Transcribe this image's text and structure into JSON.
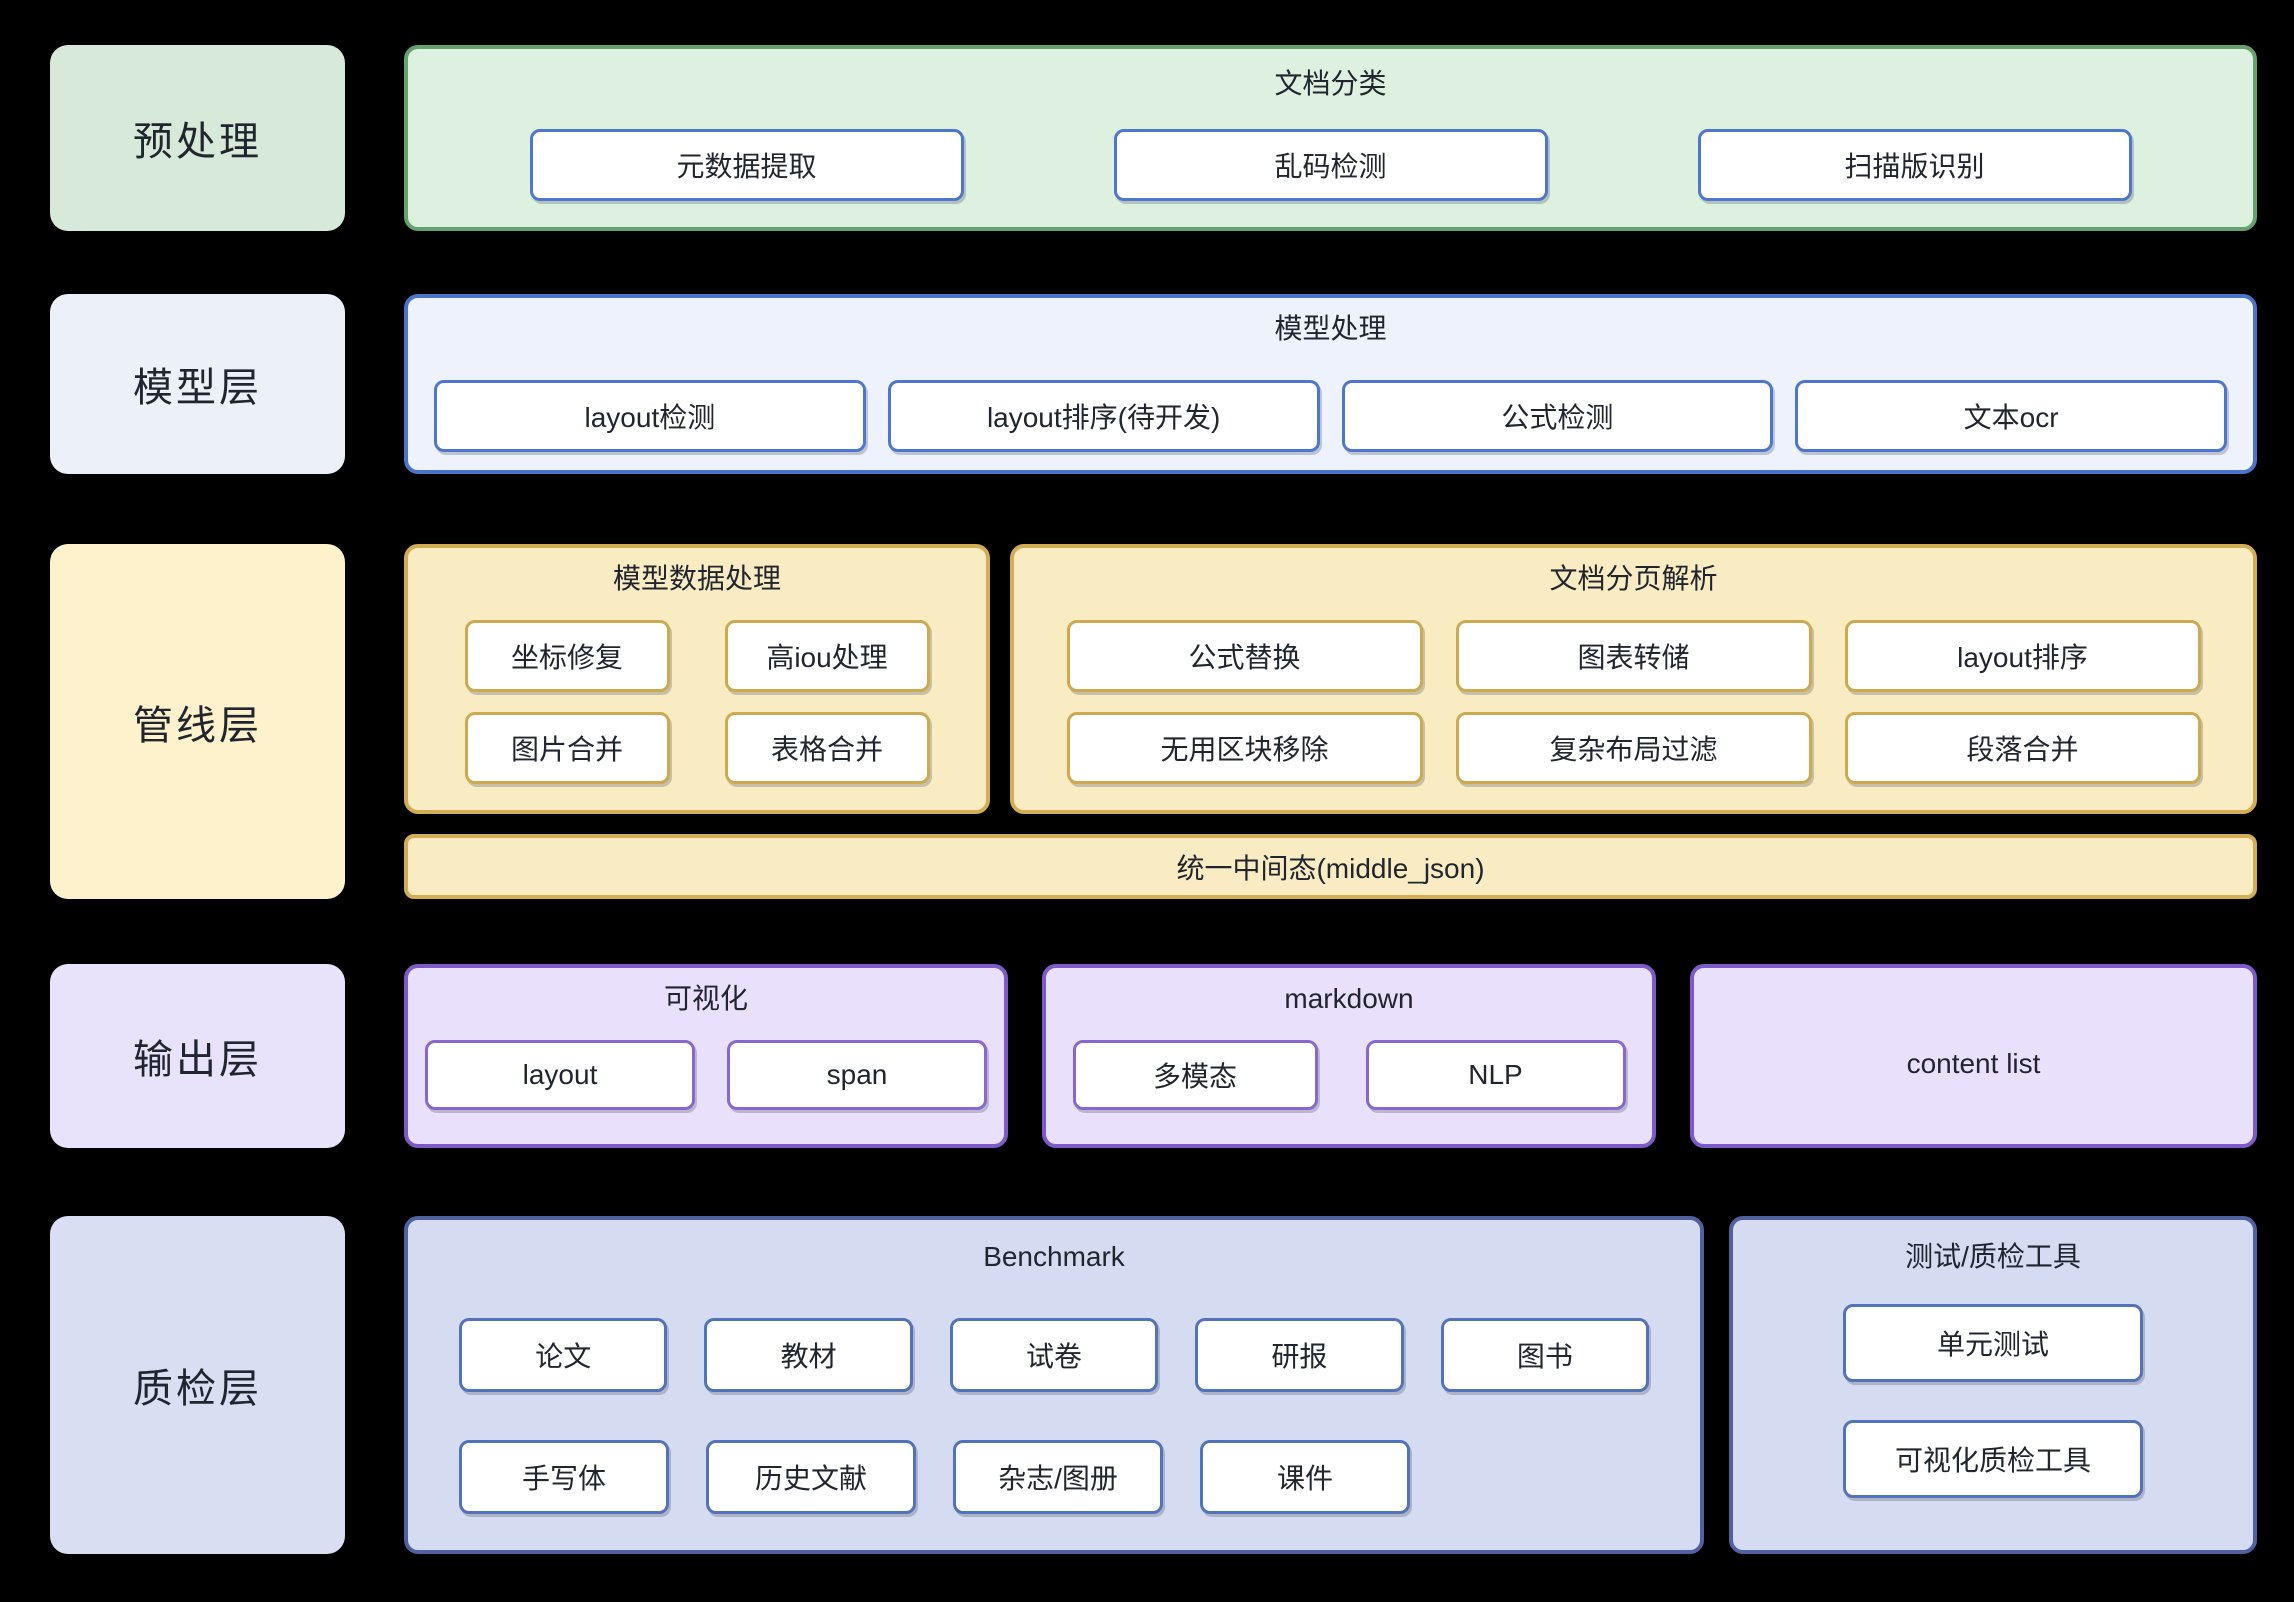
{
  "layers": {
    "preprocess": {
      "label": "预处理",
      "group": {
        "title": "文档分类",
        "items": [
          "元数据提取",
          "乱码检测",
          "扫描版识别"
        ]
      }
    },
    "model": {
      "label": "模型层",
      "group": {
        "title": "模型处理",
        "items": [
          "layout检测",
          "layout排序(待开发)",
          "公式检测",
          "文本ocr"
        ]
      }
    },
    "pipeline": {
      "label": "管线层",
      "groups": [
        {
          "title": "模型数据处理",
          "items": [
            "坐标修复",
            "高iou处理",
            "图片合并",
            "表格合并"
          ]
        },
        {
          "title": "文档分页解析",
          "items": [
            "公式替换",
            "图表转储",
            "layout排序",
            "无用区块移除",
            "复杂布局过滤",
            "段落合并"
          ]
        }
      ],
      "bar": "统一中间态(middle_json)"
    },
    "output": {
      "label": "输出层",
      "groups": [
        {
          "title": "可视化",
          "items": [
            "layout",
            "span"
          ]
        },
        {
          "title": "markdown",
          "items": [
            "多模态",
            "NLP"
          ]
        },
        {
          "title": "content list",
          "items": []
        }
      ]
    },
    "qc": {
      "label": "质检层",
      "groups": [
        {
          "title": "Benchmark",
          "items": [
            "论文",
            "教材",
            "试卷",
            "研报",
            "图书",
            "手写体",
            "历史文献",
            "杂志/图册",
            "课件"
          ]
        },
        {
          "title": "测试/质检工具",
          "items": [
            "单元测试",
            "可视化质检工具"
          ]
        }
      ]
    }
  },
  "palette": {
    "background": "#000000",
    "text": "#20252f",
    "preprocess_fill": "#def0df",
    "preprocess_border": "#66a36c",
    "model_fill": "#eef2fc",
    "model_border": "#4b73c9",
    "pipeline_fill": "#faecc2",
    "pipeline_border": "#d2ad56",
    "output_fill": "#e9e0fb",
    "output_border": "#7e59c8",
    "qc_fill": "#d5dbf1",
    "qc_border": "#51619f",
    "node_border_blue": "#4d77cd",
    "node_border_gold": "#cda94f",
    "node_border_purple": "#8a67cf",
    "node_border_indigo": "#5273b9"
  }
}
